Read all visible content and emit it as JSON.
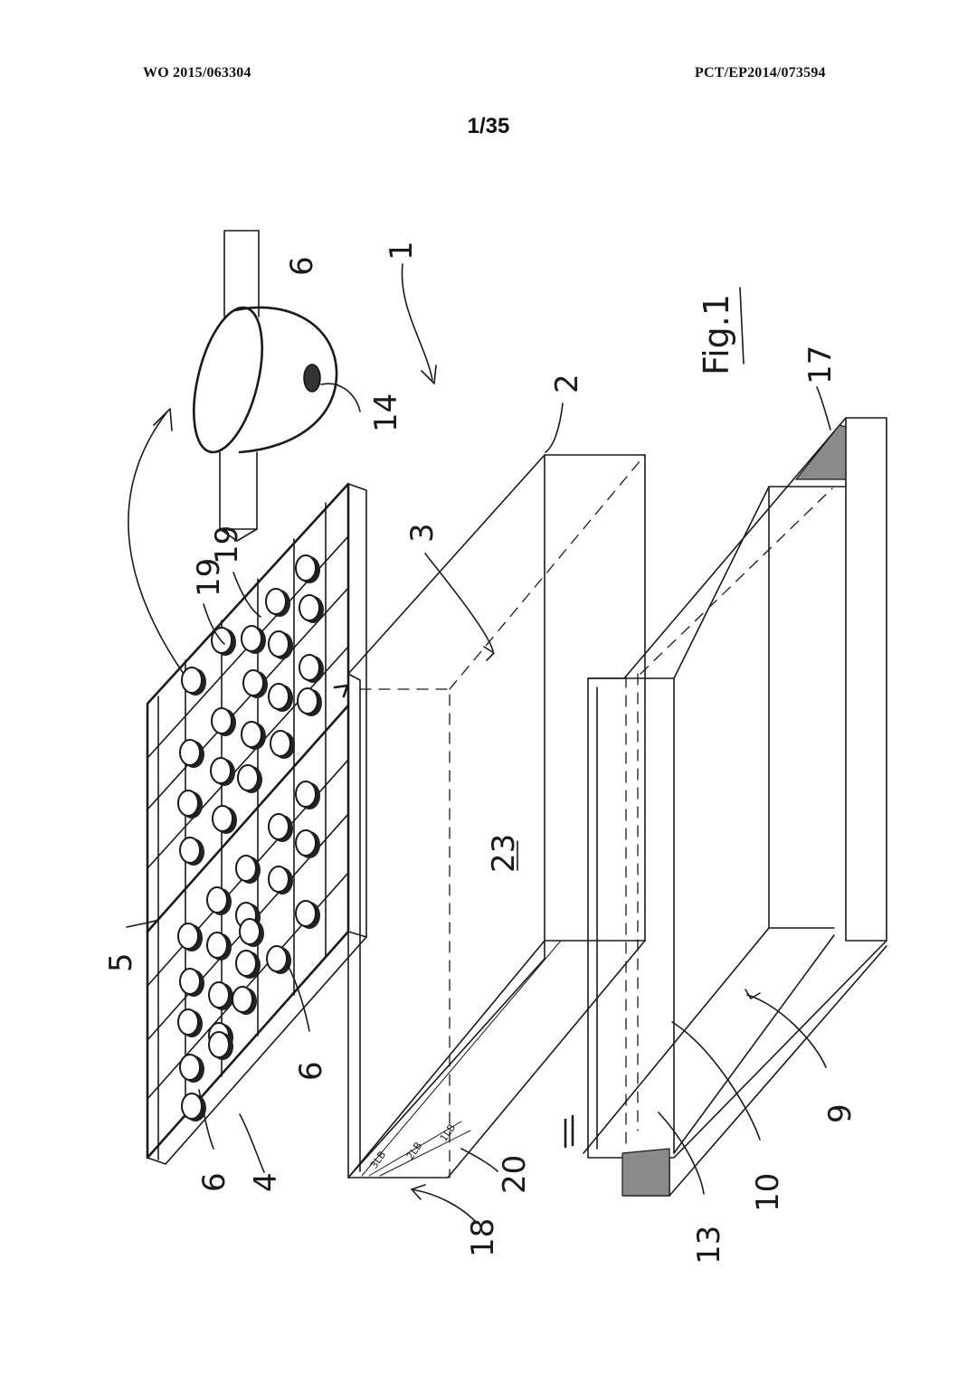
{
  "header": {
    "left": "WO 2015/063304",
    "right": "PCT/EP2014/073594",
    "sheet": "1/35"
  },
  "figure": {
    "caption": "Fig.1",
    "labels": {
      "l1": "1",
      "l2": "2",
      "l3": "3",
      "l4": "4",
      "l5": "5",
      "l6a": "6",
      "l6b": "6",
      "l6c": "6",
      "l9": "9",
      "l10": "10",
      "l13": "13",
      "l14": "14",
      "l17": "17",
      "l18": "18",
      "l19a": "19",
      "l19b": "19",
      "l20": "20",
      "l23": "23",
      "l11": "11"
    },
    "tray_scale": [
      "3LB",
      "2LB",
      "1LB"
    ]
  }
}
